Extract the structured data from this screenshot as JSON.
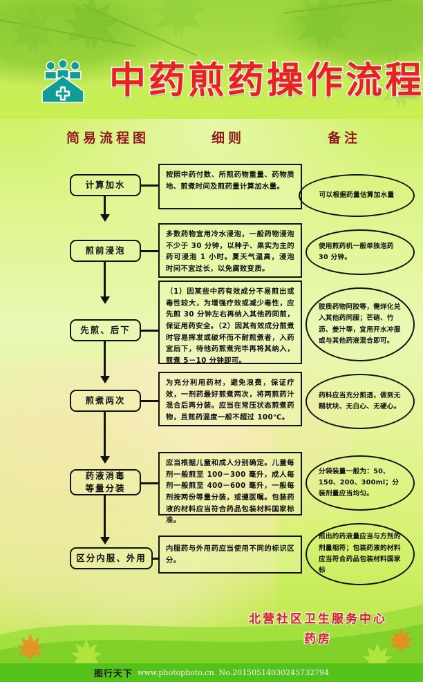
{
  "header": {
    "title": "中药煎药操作流程",
    "logo_icon": "medical-family-house-icon"
  },
  "columns": {
    "flow": "简易流程图",
    "detail": "细则",
    "note": "备注"
  },
  "rows": [
    {
      "node": "计算加水",
      "detail": "按照中药付数、所煎药物重量、药物质地、煎煮时间及煎药量计算加水量。",
      "note": "可以根据药量估算加水量"
    },
    {
      "node": "煎前浸泡",
      "detail": "多数药物宜用冷水浸泡，一般药物浸泡不少于 30 分钟，以种子、果实为主的药可浸泡 1 小时。夏天气温高，浸泡时间不宜过长，以免腐败变质。",
      "note": "使用煎药机一般单独泡药 30 分钟。"
    },
    {
      "node": "先煎、后下",
      "detail": "（1）因某些中药有效成分不易煎出或毒性较大，为增强疗效或减少毒性，应先煎 30 分钟左右再纳入其他药同煎，保证用药安全。（2）因其有效成分煎煮时容易挥发或破坏而不耐煎煮者，入药宜后下，待他药煎煮完毕再将其纳入，煎煮 5－10 分钟即可。",
      "note": "胶质药物阿胶等，需烊化兑入其他药同服；芒硝、竹沥、姜汁等，宜用开水冲服或与其他药液混合即可。"
    },
    {
      "node": "煎煮两次",
      "detail": "为充分利用药材，避免浪费，保证疗效，一剂药最好煎煮两次，将两煎药汁混合后再分装。应当在常压状态煎煮药物，且煎药温度一般不超过 100℃。",
      "note": "药料应当充分煎透，做到无糊状块、无白心、无硬心。"
    },
    {
      "node": "药液消毒\n等量分装",
      "detail": "应当根据儿童和成人分别确定。儿童每剂一般煎至 100－300 毫升，成人每剂一般煎至 400－600 毫升，一般每剂按两份等量分装，或遵医嘱。包装药液的材料应当符合药品包装材料国家标准。",
      "note": "分袋装量一般为：50、150、200、300ml；分装剂量应当均匀。"
    },
    {
      "node": "区分内服、外用",
      "detail": "内服药与外用药应当使用不同的标识区分。",
      "note": "煎出的药液量应当与方剂的剂量相符；包装药液的材料应当符合药品包装材料国家标"
    }
  ],
  "footer": {
    "org_line1": "北营社区卫生服务中心",
    "org_line2": "药房"
  },
  "watermark": {
    "brand": "图行天下",
    "site": "www.photophoto.cn",
    "id": "No.20150514030245732794"
  },
  "colors": {
    "title_red": "#e8221d",
    "header_red": "#8e1a12",
    "logo_teal": "#119c96",
    "bg_green": "#c6ec4a",
    "watermark_bar": "#55c21c"
  }
}
